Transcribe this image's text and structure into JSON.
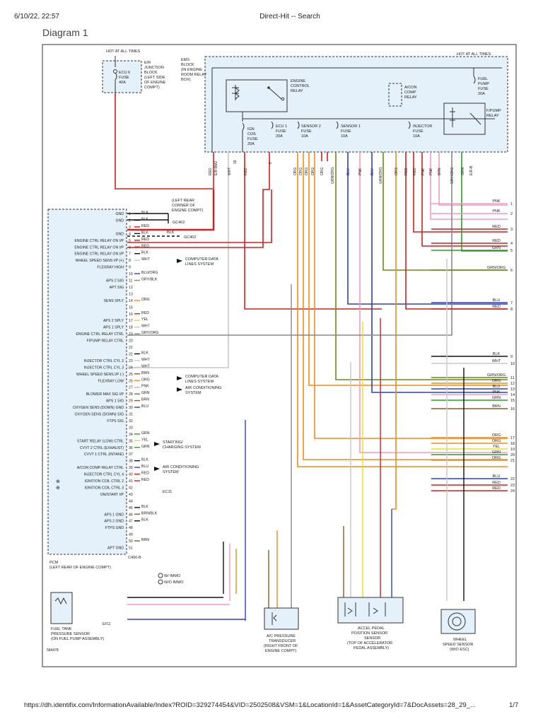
{
  "header": {
    "datetime": "6/10/22, 22:57",
    "title": "Direct-Hit -- Search"
  },
  "diagram_title": "Diagram 1",
  "footer": {
    "url": "https://dh.identifix.com/InformationAvailable/Index?ROID=329274454&VID=2502508&VSM=1&LocationId=1&AssetCategoryId=7&DocAssets=28_29_...",
    "page": "1/7"
  },
  "fuse_boxes": {
    "hot_at_all_times_left": "HOT AT ALL TIMES",
    "ecu6_fuse": [
      "ECU 6",
      "FUSE",
      "40A"
    ],
    "junction_block": [
      "E/R",
      "JUNCTION",
      "BLOCK",
      "(LEFT SIDE",
      "OF ENGINE",
      "COMPT)"
    ],
    "ems_block": [
      "EMS",
      "BLOCK",
      "(IN ENGINE",
      "ROOM RELAY",
      "BOX)"
    ],
    "hot_at_all_times_right": "HOT AT ALL TIMES",
    "engine_control_relay": [
      "ENGINE",
      "CONTROL",
      "RELAY"
    ],
    "acon_comp_relay": [
      "A/CON",
      "COMP",
      "RELAY"
    ],
    "fuel_pump_fuse": [
      "FUEL",
      "PUMP",
      "FUSE",
      "20A"
    ],
    "fpump_relay": [
      "F/PUMP",
      "RELAY"
    ],
    "ign_coil_fuse": [
      "IGN",
      "COIL",
      "FUSE",
      "20A"
    ],
    "ecu1_fuse": [
      "ECU 1",
      "FUSE",
      "20A"
    ],
    "sensor2_fuse": [
      "SENSOR 2",
      "FUSE",
      "10A"
    ],
    "sensor1_fuse": [
      "SENSOR 1",
      "FUSE",
      "10A"
    ],
    "injector_fuse": [
      "INJECTOR",
      "FUSE",
      "10A"
    ]
  },
  "ground": {
    "location": [
      "(LEFT REAR",
      "CORNER OF",
      "ENGINE COMPT)"
    ],
    "gc402_a": "GC402",
    "gc402_b": "GC402",
    "blk": "BLK"
  },
  "pcm": {
    "name": "PCM",
    "location": "(LEFT REAR OF ENGINE COMPT)",
    "connector": "C400-B",
    "pins": [
      {
        "n": "1",
        "label": "GND",
        "color": "BLK"
      },
      {
        "n": "2",
        "label": "GND",
        "color": "BLK"
      },
      {
        "n": "3",
        "label": "",
        "color": "RED"
      },
      {
        "n": "4",
        "label": "GND",
        "color": "BLK"
      },
      {
        "n": "5",
        "label": "ENGINE CTRL RELAY ON I/P",
        "color": "RED"
      },
      {
        "n": "6",
        "label": "ENGINE CTRL RELAY ON I/P",
        "color": "RED"
      },
      {
        "n": "7",
        "label": "ENGINE CTRL RELAY ON I/P",
        "color": "BLK"
      },
      {
        "n": "8",
        "label": "WHEEL SPEED SENS I/P (+)",
        "color": "WHT"
      },
      {
        "n": "9",
        "label": "FLEXRAY HIGH",
        "color": ""
      },
      {
        "n": "10",
        "label": "",
        "color": "BLU/ORG"
      },
      {
        "n": "11",
        "label": "APS 2 SIG",
        "color": "GRY/BLK"
      },
      {
        "n": "12",
        "label": "APT SIG",
        "color": ""
      },
      {
        "n": "13",
        "label": "",
        "color": ""
      },
      {
        "n": "14",
        "label": "SENS SPLY",
        "color": "ORG"
      },
      {
        "n": "15",
        "label": "",
        "color": ""
      },
      {
        "n": "16",
        "label": "",
        "color": "RED"
      },
      {
        "n": "17",
        "label": "APS 2 SPLY",
        "color": "YEL"
      },
      {
        "n": "18",
        "label": "APS 1 SPLY",
        "color": "WHT"
      },
      {
        "n": "19",
        "label": "ENGINE CTRL RELAY CTRL",
        "color": "GRY/ORG"
      },
      {
        "n": "20",
        "label": "F/PUMP RELAY CTRL",
        "color": ""
      },
      {
        "n": "21",
        "label": "",
        "color": ""
      },
      {
        "n": "22",
        "label": "",
        "color": "BLK"
      },
      {
        "n": "23",
        "label": "INJECTOR CTRL CYL 2",
        "color": "WHT"
      },
      {
        "n": "24",
        "label": "INJECTOR CTRL CYL 3",
        "color": "WHT"
      },
      {
        "n": "25",
        "label": "WHEEL SPEED SENS I/P (-)",
        "color": "BRN"
      },
      {
        "n": "26",
        "label": "FLEXRAY LOW",
        "color": "ORG"
      },
      {
        "n": "27",
        "label": "",
        "color": "PNK"
      },
      {
        "n": "28",
        "label": "BLOWER MAX SIG I/P",
        "color": "GRN"
      },
      {
        "n": "29",
        "label": "APS 1 SIG",
        "color": "BRN"
      },
      {
        "n": "30",
        "label": "OXYGEN SENS (DOWN) GND",
        "color": "BLU"
      },
      {
        "n": "31",
        "label": "OXYGEN SENS (DOWN) SIG",
        "color": ""
      },
      {
        "n": "32",
        "label": "FTPS SIG",
        "color": ""
      },
      {
        "n": "33",
        "label": "",
        "color": ""
      },
      {
        "n": "34",
        "label": "",
        "color": "GRN"
      },
      {
        "n": "35",
        "label": "START RELAY (LOW) CTRL",
        "color": "YEL"
      },
      {
        "n": "36",
        "label": "CVVT 2 CTRL (EXHAUST)",
        "color": "GRN"
      },
      {
        "n": "37",
        "label": "CVVT 1 CTRL (INTAKE)",
        "color": ""
      },
      {
        "n": "38",
        "label": "",
        "color": "BLK"
      },
      {
        "n": "39",
        "label": "A/CON COMP RELAY CTRL",
        "color": "BLU"
      },
      {
        "n": "40",
        "label": "INJECTOR CTRL CYL 4",
        "color": "RED"
      },
      {
        "n": "41",
        "label": "IGNITION COIL CTRL 2",
        "color": "RED"
      },
      {
        "n": "42",
        "label": "IGNITION COIL CTRL 3",
        "color": ""
      },
      {
        "n": "43",
        "label": "ON/START I/P",
        "color": ""
      },
      {
        "n": "44",
        "label": "",
        "color": ""
      },
      {
        "n": "45",
        "label": "",
        "color": "BLK"
      },
      {
        "n": "46",
        "label": "APS 1 GND",
        "color": "BRN/BLK"
      },
      {
        "n": "47",
        "label": "APS 2 GND",
        "color": "BLK"
      },
      {
        "n": "48",
        "label": "FTPS GND",
        "color": ""
      },
      {
        "n": "49",
        "label": "",
        "color": ""
      },
      {
        "n": "50",
        "label": "",
        "color": "BRN"
      },
      {
        "n": "51",
        "label": "APT GND",
        "color": ""
      }
    ]
  },
  "arrows": {
    "computer_data_1": [
      "COMPUTER DATA",
      "LINES SYSTEM"
    ],
    "computer_data_2": [
      "COMPUTER DATA",
      "LINES SYSTEM"
    ],
    "air_cond_1": [
      "AIR CONDITIONING",
      "SYSTEM"
    ],
    "starting": [
      "STARTING/",
      "CHARGING SYSTEM"
    ],
    "air_cond_2": [
      "AIR CONDITIONING",
      "SYSTEM"
    ]
  },
  "right_wires": [
    {
      "n": "1",
      "color": "PNK"
    },
    {
      "n": "2",
      "color": "PNK"
    },
    {
      "n": "3",
      "color": "RED"
    },
    {
      "n": "4",
      "color": "RED"
    },
    {
      "n": "5",
      "color": "GRN"
    },
    {
      "n": "6",
      "color": "GRN/ORG"
    },
    {
      "n": "7",
      "color": "BLU"
    },
    {
      "n": "8",
      "color": "RED"
    },
    {
      "n": "9",
      "color": "BLK"
    },
    {
      "n": "10",
      "color": "WHT"
    },
    {
      "n": "11",
      "color": "GRN/ORG"
    },
    {
      "n": "12",
      "color": "ORG"
    },
    {
      "n": "13",
      "color": "BLU"
    },
    {
      "n": "14",
      "color": "PNK"
    },
    {
      "n": "15",
      "color": "GRN"
    },
    {
      "n": "16",
      "color": "BRN"
    },
    {
      "n": "17",
      "color": "ORG"
    },
    {
      "n": "18",
      "color": "ORG"
    },
    {
      "n": "19",
      "color": "YEL"
    },
    {
      "n": "20",
      "color": "GRN"
    },
    {
      "n": "21",
      "color": "ORG"
    },
    {
      "n": "22",
      "color": "BLU"
    },
    {
      "n": "23",
      "color": "RED"
    },
    {
      "n": "24",
      "color": "RED"
    }
  ],
  "components": {
    "fuel_tank_sensor": [
      "FUEL TANK",
      "PRESSURE SENSOR",
      "(ON FUEL PUMP ASSEMBLY)"
    ],
    "acon_transducer": [
      "A/C PRESSURE",
      "TRANSDUCER",
      "(RIGHT FRONT OF",
      "ENGINE COMPT)"
    ],
    "accel_pedal": [
      "ACCEL PEDAL",
      "POSITION SENSOR",
      "SENSOR",
      "(TOP OF ACCELERATOR",
      "PEDAL ASSEMBLY)"
    ],
    "wheel_speed": [
      "WHEEL",
      "SPEED SENSOR",
      "(W/O ESC)"
    ]
  },
  "notes": {
    "immo1": "W/ IMMO",
    "immo2": "W/O IMMO",
    "ec11": "EC11",
    "ef11": "EF11",
    "figure_no": "584478"
  },
  "colors": {
    "red": "#d32020",
    "pink": "#f19ac0",
    "green": "#2f9a2f",
    "blue": "#2b3fc8",
    "orange": "#f08c1e",
    "yellow": "#e8de1a",
    "brown": "#8b5a2b",
    "black": "#111111",
    "gray": "#888888",
    "white_wire": "#c8c8c8",
    "grn_org": "#6a8a1a",
    "box_fill": "#e4f1fa"
  }
}
